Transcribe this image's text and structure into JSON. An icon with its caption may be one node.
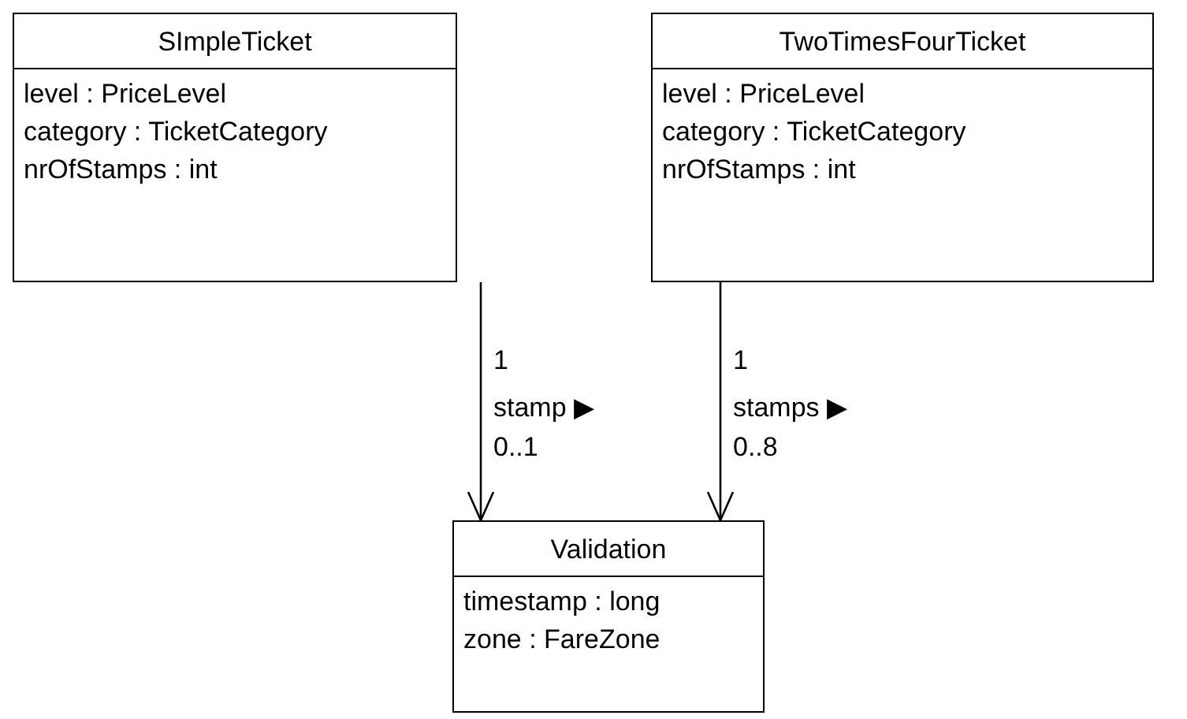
{
  "diagram": {
    "nodes": [
      {
        "text": [
          "SImpleTicket",
          "level : PriceLevel",
          "category : TicketCategory",
          "nrOfStamps : int"
        ]
      },
      {
        "text": [
          "TwoTimesFourTicket",
          "level : PriceLevel",
          "category : TicketCategory",
          "nrOfStamps : int"
        ]
      },
      {
        "text": [
          "Validation",
          "timestamp : long",
          "zone : FareZone"
        ]
      }
    ],
    "edges": [
      {
        "from": 0,
        "to": 2,
        "arrow": "to",
        "label": "stamp ▶"
      },
      {
        "from": 1,
        "to": 2,
        "arrow": "to",
        "label": "stamps ▶"
      }
    ],
    "labels": [
      "1",
      "0..1",
      "1",
      "0..8"
    ]
  }
}
